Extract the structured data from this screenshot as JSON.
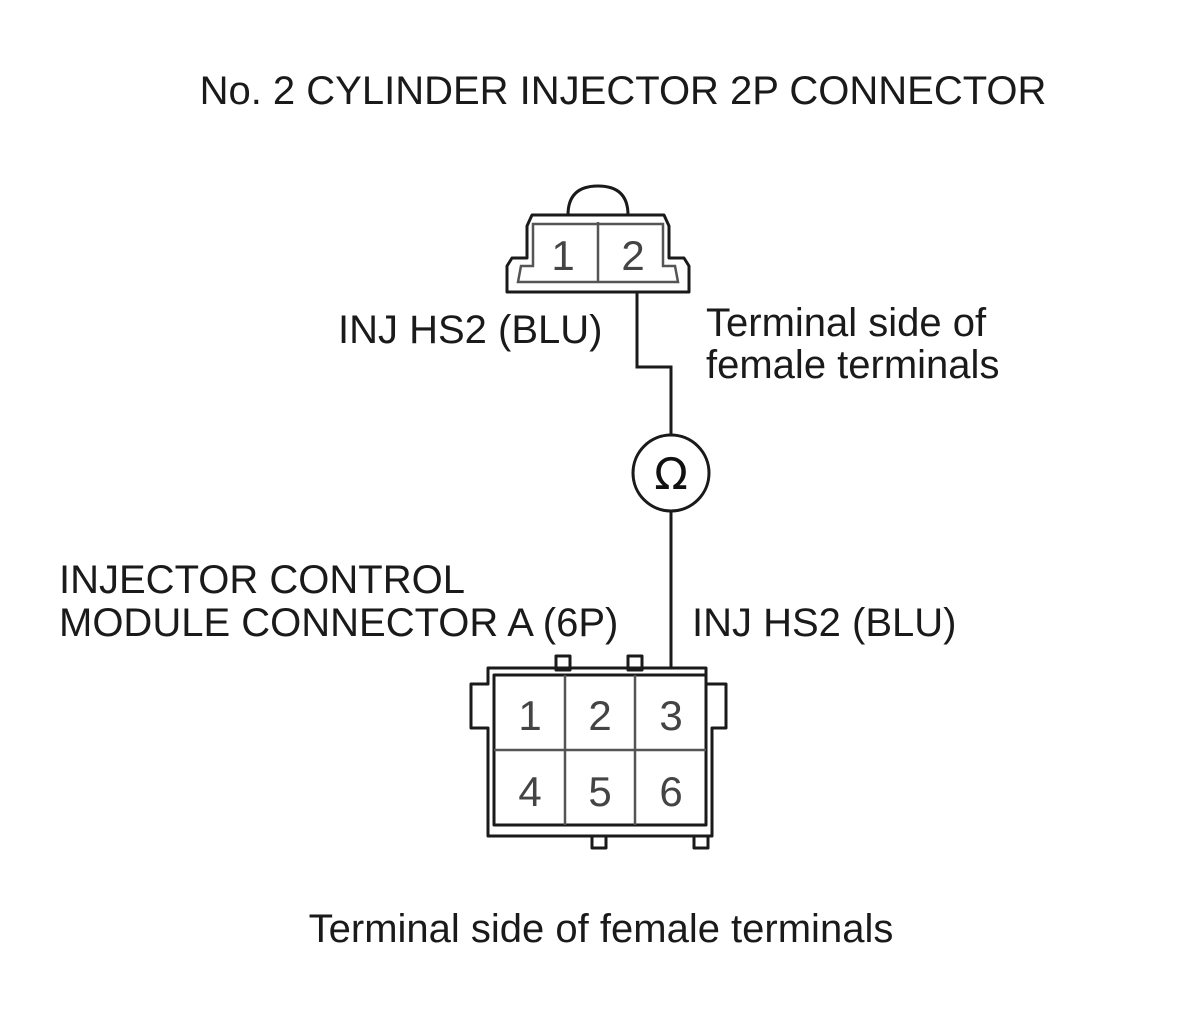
{
  "title": "No. 2 CYLINDER INJECTOR 2P CONNECTOR",
  "connector_top": {
    "terminals": [
      "1",
      "2"
    ],
    "wire_label": "INJ HS2 (BLU)",
    "side_note": [
      "Terminal side of",
      "female terminals"
    ]
  },
  "meter": {
    "symbol": "Ω"
  },
  "connector_bottom": {
    "name_lines": [
      "INJECTOR CONTROL",
      "MODULE CONNECTOR A (6P)"
    ],
    "wire_label": "INJ HS2 (BLU)",
    "terminals": [
      "1",
      "2",
      "3",
      "4",
      "5",
      "6"
    ]
  },
  "footer": "Terminal side of female terminals"
}
